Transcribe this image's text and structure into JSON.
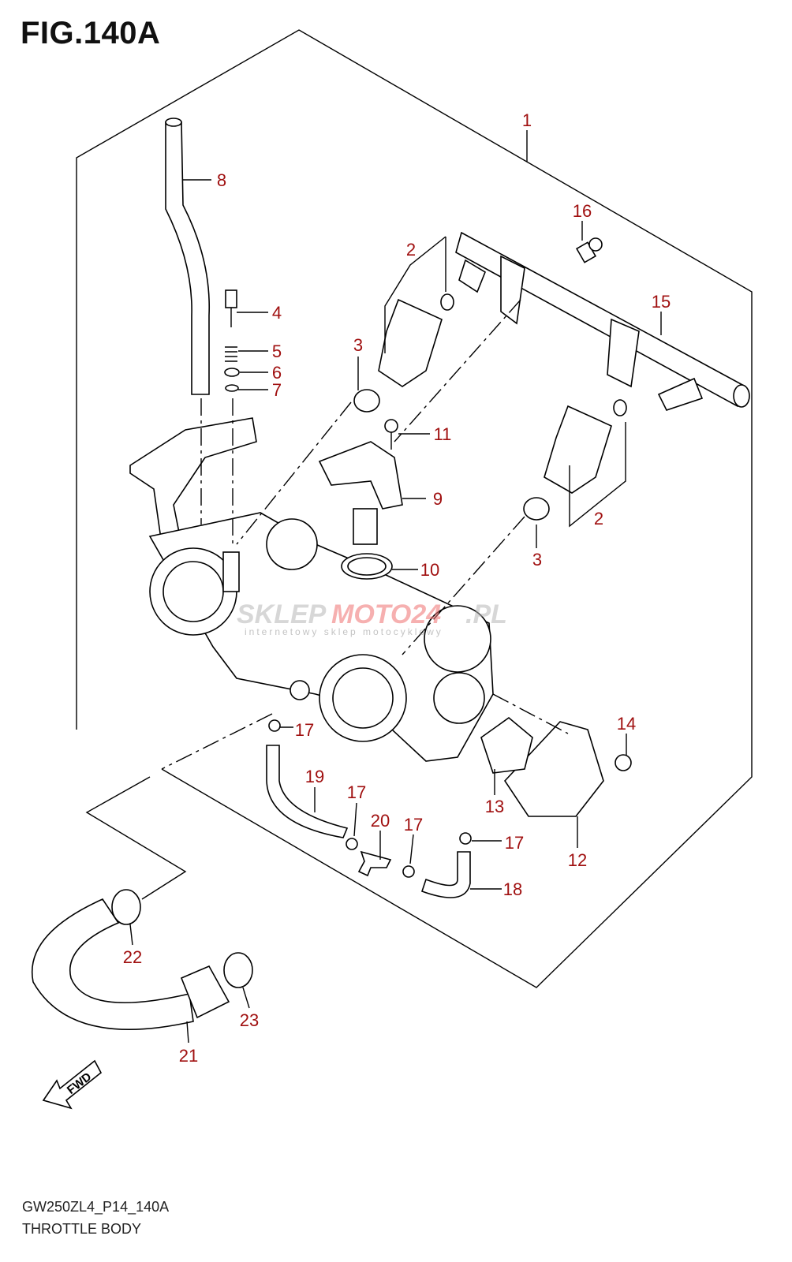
{
  "figure": {
    "title": "FIG.140A",
    "code": "GW250ZL4_P14_140A",
    "name": "THROTTLE BODY"
  },
  "watermark": {
    "text": "SKLEPMOTO24.PL",
    "subtext": "internetowy sklep motocyklowy"
  },
  "fwd_label": "FWD",
  "callouts": [
    "1",
    "16",
    "2",
    "15",
    "8",
    "4",
    "5",
    "6",
    "7",
    "3",
    "11",
    "9",
    "2",
    "10",
    "3",
    "14",
    "17",
    "19",
    "17",
    "20",
    "17",
    "17",
    "13",
    "12",
    "18",
    "22",
    "23",
    "21"
  ],
  "colors": {
    "callout": "#a01010",
    "line": "#000000"
  }
}
